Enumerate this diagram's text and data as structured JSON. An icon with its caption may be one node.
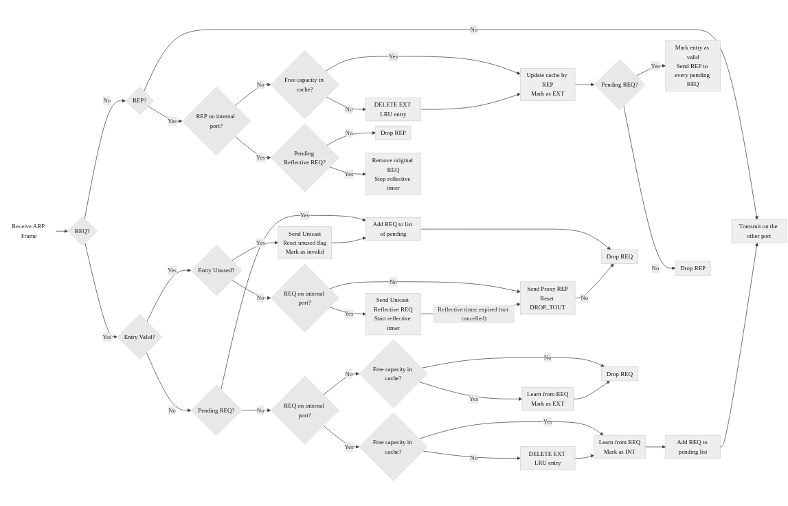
{
  "diagram": {
    "nodes": [
      {
        "text": [
          "Receive ARP Frame"
        ]
      },
      {
        "text": [
          "DELETE EXT LRU entry"
        ]
      },
      {
        "text": [
          "REP?"
        ]
      },
      {
        "text": [
          "REQ?"
        ]
      },
      {
        "text": [
          "Entry Valid?"
        ]
      },
      {
        "text": [
          "Entry Unused?"
        ]
      },
      {
        "text": [
          "Free capacity in cache?"
        ]
      },
      {
        "text": [
          "REP on internal port?"
        ]
      },
      {
        "text": [
          "Pending REQ?"
        ]
      },
      {
        "text": [
          "Transmit on the other port"
        ]
      },
      {
        "text": [
          "Add REQ to pending list"
        ]
      },
      {
        "text": [
          "Send Unicast",
          "Reset unused flag",
          "Mark as invalid"
        ]
      },
      {
        "text": [
          "DELETE EXT LRU entry"
        ]
      },
      {
        "text": [
          "Learn from REQ",
          "Mark as INT"
        ]
      },
      {
        "text": [
          "Update cache by REP",
          "Mark as EXT"
        ]
      },
      {
        "text": [
          "Free capacity in cache?"
        ]
      },
      {
        "text": [
          "Pending REQ?"
        ]
      },
      {
        "text": [
          "Pending Reflective REQ?"
        ]
      },
      {
        "text": [
          "REQ on internal port?"
        ]
      },
      {
        "text": [
          "Add REQ to list of pending"
        ]
      },
      {
        "text": [
          "REQ on internal port?"
        ]
      },
      {
        "text": [
          "Drop REP"
        ]
      },
      {
        "text": [
          "Mark entry as valid",
          "Send REP to every pending REQ"
        ]
      },
      {
        "text": [
          "Drop REQ"
        ]
      },
      {
        "text": [
          "Remove original REQ",
          "Stop reflective timer"
        ]
      },
      {
        "text": [
          "Free capacity in cache?"
        ]
      },
      {
        "text": [
          "Send Proxy REP",
          "Reset DROP_TOUT"
        ]
      },
      {
        "text": [
          "Send Unicast Reflective REQ",
          "Start reflective timer"
        ]
      },
      {
        "text": [
          "Drop REP"
        ]
      },
      {
        "text": [
          "Learn from REQ",
          "Mark as EXT"
        ]
      },
      {
        "text": [
          "Drop REQ"
        ]
      }
    ],
    "edges": [
      {
        "from": 0,
        "to": 3,
        "arrow": "to"
      },
      {
        "from": 3,
        "to": 2,
        "arrow": "to",
        "label": "No"
      },
      {
        "from": 3,
        "to": 4,
        "arrow": "to",
        "label": "Yes"
      },
      {
        "from": 2,
        "to": 7,
        "arrow": "to",
        "label": "Yes"
      },
      {
        "from": 2,
        "to": 9,
        "arrow": "to",
        "label": "No"
      },
      {
        "from": 4,
        "to": 5,
        "arrow": "to",
        "label": "Yes"
      },
      {
        "from": 4,
        "to": 8,
        "arrow": "to",
        "label": "No"
      },
      {
        "from": 5,
        "to": 11,
        "arrow": "to",
        "label": "Yes"
      },
      {
        "from": 5,
        "to": 20,
        "arrow": "to",
        "label": "No"
      },
      {
        "from": 8,
        "to": 19,
        "arrow": "to",
        "label": "Yes"
      },
      {
        "from": 8,
        "to": 18,
        "arrow": "to",
        "label": "No"
      },
      {
        "from": 7,
        "to": 6,
        "arrow": "to",
        "label": "No"
      },
      {
        "from": 7,
        "to": 17,
        "arrow": "to",
        "label": "Yes"
      },
      {
        "from": 6,
        "to": 1,
        "arrow": "to",
        "label": "No"
      },
      {
        "from": 6,
        "to": 14,
        "arrow": "to",
        "label": "Yes"
      },
      {
        "from": 1,
        "to": 14,
        "arrow": "to"
      },
      {
        "from": 14,
        "to": 16,
        "arrow": "to"
      },
      {
        "from": 16,
        "to": 22,
        "arrow": "to",
        "label": "Yes"
      },
      {
        "from": 16,
        "to": 28,
        "arrow": "to",
        "label": "No"
      },
      {
        "from": 17,
        "to": 21,
        "arrow": "to",
        "label": "No"
      },
      {
        "from": 17,
        "to": 24,
        "arrow": "to",
        "label": "Yes"
      },
      {
        "from": 18,
        "to": 15,
        "arrow": "to",
        "label": "Yes"
      },
      {
        "from": 18,
        "to": 25,
        "arrow": "to",
        "label": "No"
      },
      {
        "from": 15,
        "to": 13,
        "arrow": "to",
        "label": "Yes"
      },
      {
        "from": 15,
        "to": 12,
        "arrow": "to",
        "label": "No"
      },
      {
        "from": 12,
        "to": 13,
        "arrow": "to"
      },
      {
        "from": 13,
        "to": 10,
        "arrow": "to"
      },
      {
        "from": 10,
        "to": 9,
        "arrow": "to"
      },
      {
        "from": 11,
        "to": 19,
        "arrow": "to"
      },
      {
        "from": 19,
        "to": 23,
        "arrow": "to"
      },
      {
        "from": 20,
        "to": 26,
        "arrow": "to",
        "label": "No"
      },
      {
        "from": 20,
        "to": 27,
        "arrow": "to",
        "label": "Yes"
      },
      {
        "from": 26,
        "to": 23,
        "arrow": "to",
        "label": "No"
      },
      {
        "from": 27,
        "to": 26,
        "arrow": "to",
        "label": "Reflective timer expired (not cancelled)"
      },
      {
        "from": 25,
        "to": 29,
        "arrow": "to",
        "label": "Yes"
      },
      {
        "from": 25,
        "to": 30,
        "arrow": "to",
        "label": "No"
      },
      {
        "from": 29,
        "to": 30,
        "arrow": "to"
      }
    ]
  }
}
